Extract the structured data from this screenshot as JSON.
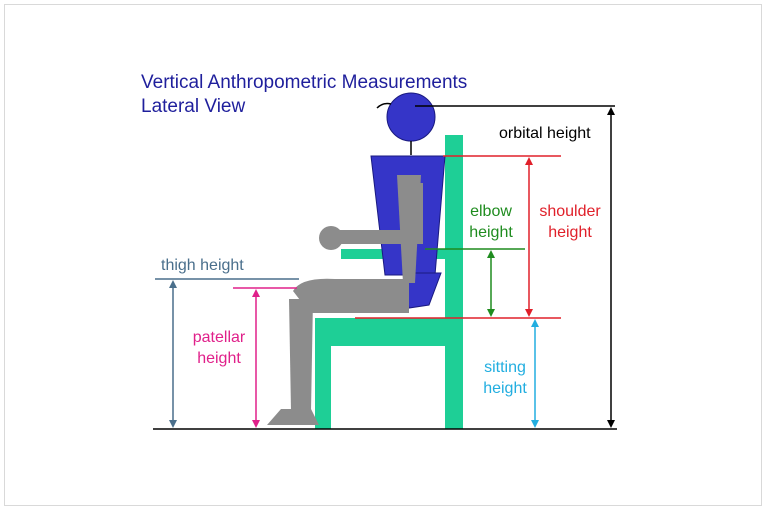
{
  "title": {
    "line1": "Vertical Anthropometric Measurements",
    "line2": "Lateral View"
  },
  "labels": {
    "orbital": "orbital height",
    "shoulder_1": "shoulder",
    "shoulder_2": "height",
    "elbow_1": "elbow",
    "elbow_2": "height",
    "thigh": "thigh height",
    "patellar_1": "patellar",
    "patellar_2": "height",
    "sitting_1": "sitting",
    "sitting_2": "height"
  },
  "colors": {
    "title": "#1f1f9c",
    "orbital": "#000000",
    "shoulder": "#e0202a",
    "elbow": "#1f8c1f",
    "thigh": "#4a6f8c",
    "patellar": "#e0208a",
    "sitting": "#22aee0",
    "chair": "#1ecf96",
    "body": "#8c8c8c",
    "torso": "#3535c8"
  }
}
